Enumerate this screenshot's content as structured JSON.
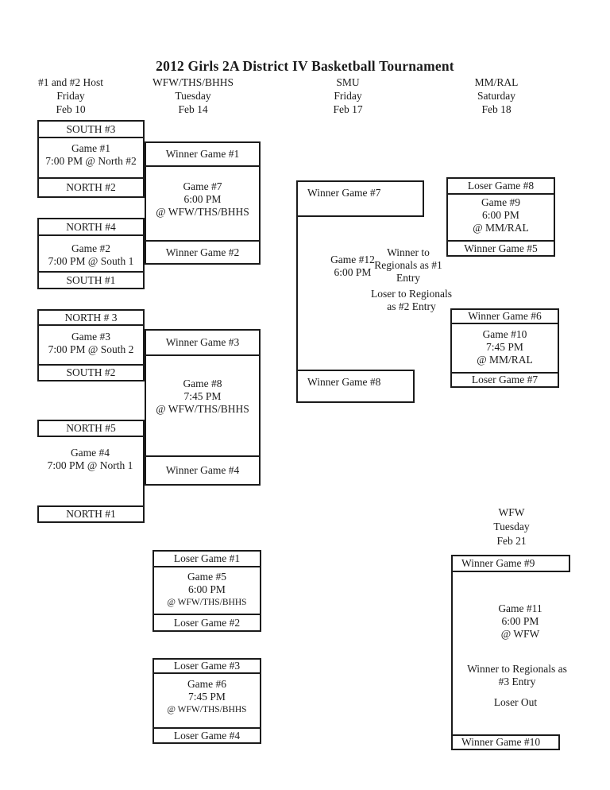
{
  "title": "2012 Girls 2A District IV Basketball Tournament",
  "round_headers": {
    "r1": {
      "site": "#1 and #2 Host",
      "day": "Friday",
      "date": "Feb 10"
    },
    "r2": {
      "site": "WFW/THS/BHHS",
      "day": "Tuesday",
      "date": "Feb 14"
    },
    "r3": {
      "site": "SMU",
      "day": "Friday",
      "date": "Feb 17"
    },
    "r4": {
      "site": "MM/RAL",
      "day": "Saturday",
      "date": "Feb 18"
    },
    "final": {
      "site": "WFW",
      "day": "Tuesday",
      "date": "Feb 21"
    }
  },
  "seeds": {
    "south3": "SOUTH #3",
    "north2": "NORTH #2",
    "north4": "NORTH #4",
    "south1": "SOUTH #1",
    "north3": "NORTH # 3",
    "south2": "SOUTH #2",
    "north5": "NORTH #5",
    "north1": "NORTH #1"
  },
  "games": {
    "g1": {
      "l1": "Game #1",
      "l2": "7:00 PM @ North #2"
    },
    "g2": {
      "l1": "Game #2",
      "l2": "7:00 PM @ South 1"
    },
    "g3": {
      "l1": "Game #3",
      "l2": "7:00 PM @ South 2"
    },
    "g4": {
      "l1": "Game #4",
      "l2": "7:00 PM @ North 1"
    },
    "g5": {
      "l1": "Game #5",
      "l2": "6:00 PM",
      "l3": "@ WFW/THS/BHHS"
    },
    "g6": {
      "l1": "Game #6",
      "l2": "7:45 PM",
      "l3": "@ WFW/THS/BHHS"
    },
    "g7": {
      "l1": "Game #7",
      "l2": "6:00 PM",
      "l3": "@ WFW/THS/BHHS"
    },
    "g8": {
      "l1": "Game #8",
      "l2": "7:45 PM",
      "l3": "@ WFW/THS/BHHS"
    },
    "g9": {
      "l1": "Game #9",
      "l2": "6:00 PM",
      "l3": "@ MM/RAL"
    },
    "g10": {
      "l1": "Game #10",
      "l2": "7:45 PM",
      "l3": "@ MM/RAL"
    },
    "g11": {
      "l1": "Game #11",
      "l2": "6:00 PM",
      "l3": "@ WFW"
    },
    "g12": {
      "l1": "Game #12",
      "l2": "6:00 PM"
    }
  },
  "slots": {
    "winner_g1": "Winner Game #1",
    "winner_g2": "Winner Game #2",
    "winner_g3": "Winner Game #3",
    "winner_g4": "Winner Game #4",
    "winner_g5": "Winner Game #5",
    "winner_g6": "Winner Game #6",
    "winner_g7": "Winner Game #7",
    "winner_g8": "Winner Game #8",
    "winner_g9": "Winner Game #9",
    "winner_g10": "Winner Game #10",
    "loser_g1": "Loser Game #1",
    "loser_g2": "Loser Game #2",
    "loser_g3": "Loser Game #3",
    "loser_g4": "Loser Game #4",
    "loser_g7": "Loser Game #7",
    "loser_g8": "Loser Game #8"
  },
  "notes": {
    "regional1": {
      "l1": "Winner to",
      "l2": "Regionals as #1",
      "l3": "Entry"
    },
    "regional2": {
      "l1": "Loser to Regionals",
      "l2": "as #2 Entry"
    },
    "regional3": {
      "l1": "Winner to Regionals as",
      "l2": "#3 Entry"
    },
    "loser_out": "Loser Out"
  }
}
